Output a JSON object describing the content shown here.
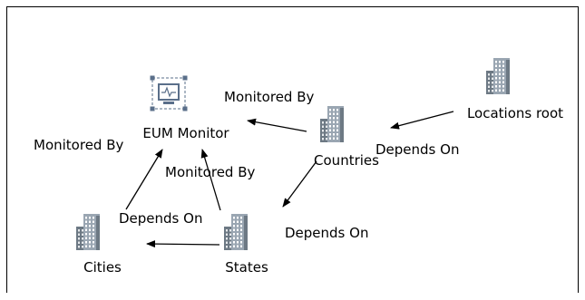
{
  "nodes": [
    {
      "id": "eum",
      "icon": "monitor-icon",
      "label": "EUM Monitor"
    },
    {
      "id": "locations",
      "icon": "building-icon",
      "label": "Locations root"
    },
    {
      "id": "countries",
      "icon": "building-icon",
      "label": "Countries"
    },
    {
      "id": "states",
      "icon": "building-icon",
      "label": "States"
    },
    {
      "id": "cities",
      "icon": "building-icon",
      "label": "Cities"
    }
  ],
  "edges": [
    {
      "from": "countries",
      "to": "eum",
      "label": "Monitored By"
    },
    {
      "from": "locations",
      "to": "countries",
      "label": "Depends On"
    },
    {
      "from": "countries",
      "to": "states",
      "label": "Depends On"
    },
    {
      "from": "states",
      "to": "eum",
      "label": "Monitored By"
    },
    {
      "from": "cities",
      "to": "eum",
      "label": "Monitored By"
    },
    {
      "from": "states",
      "to": "cities",
      "label": "Depends On"
    }
  ],
  "colors": {
    "building": "#9aa6b2",
    "building_dark": "#6d7984",
    "monitor": "#5a6f8a",
    "edge": "#000000"
  }
}
